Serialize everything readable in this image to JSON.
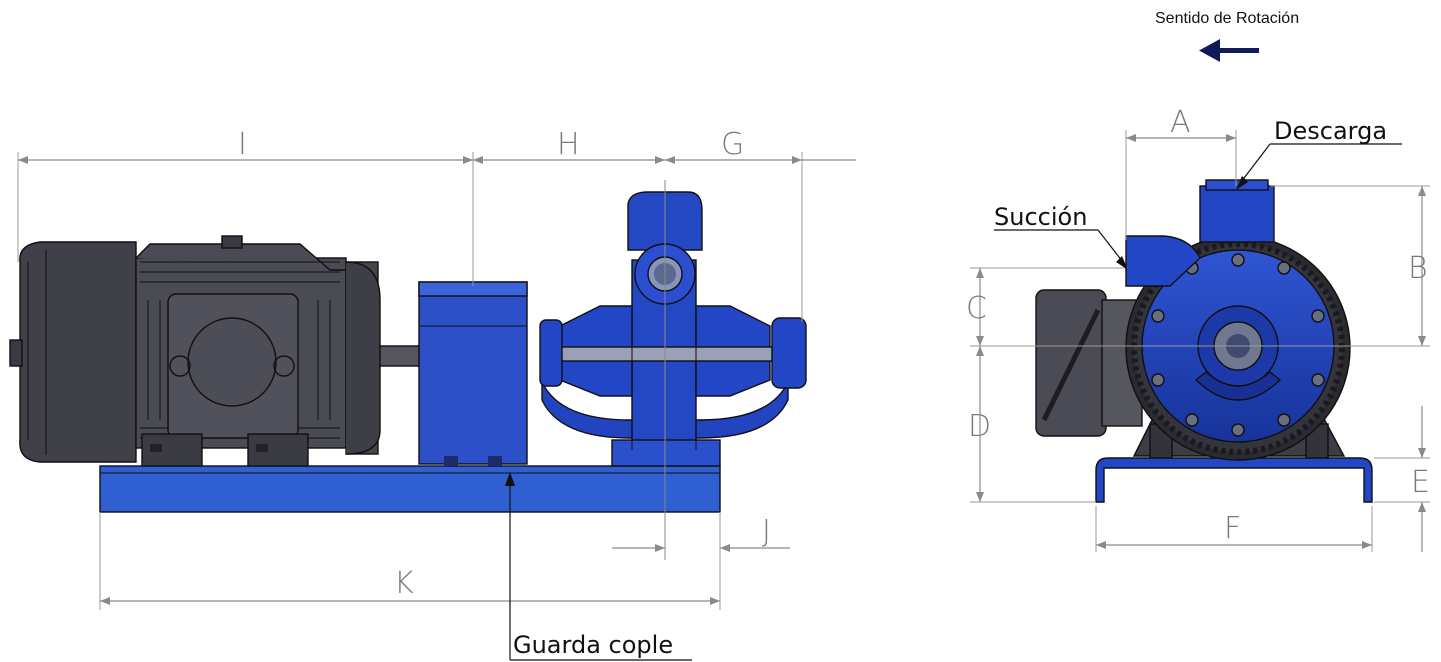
{
  "rotation": {
    "label": "Sentido de Rotación"
  },
  "dimensions": {
    "A": "A",
    "B": "B",
    "C": "C",
    "D": "D",
    "E": "E",
    "F": "F",
    "G": "G",
    "H": "H",
    "I": "I",
    "J": "J",
    "K": "K"
  },
  "callouts": {
    "coupling_guard": "Guarda cople",
    "discharge": "Descarga",
    "suction": "Succión"
  },
  "colors": {
    "pump_blue": "#2245b8",
    "pump_blue_dark": "#14287a",
    "base_blue": "#2f5fd0",
    "motor_gray": "#4a4b55",
    "motor_gray_dark": "#2c2d33",
    "rotation_arrow": "#101a5a"
  }
}
